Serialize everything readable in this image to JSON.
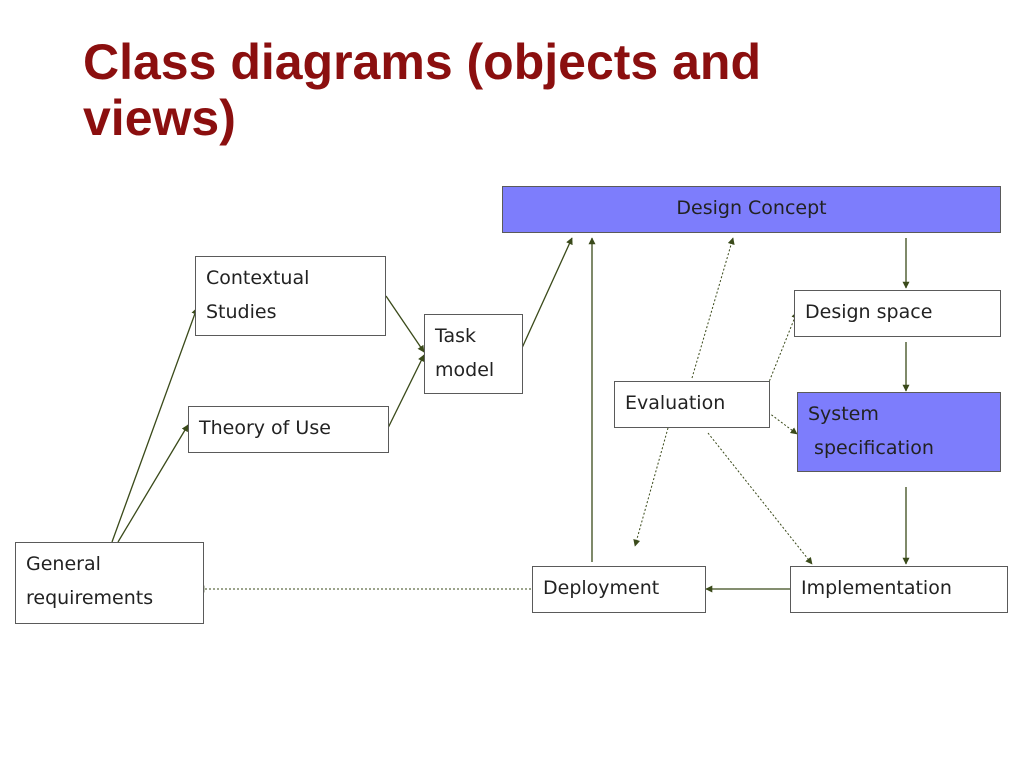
{
  "slide": {
    "title_line1": "Class diagrams (objects and",
    "title_line2": "views)"
  },
  "nodes": {
    "design_concept": "Design Concept",
    "contextual_studies": [
      "Contextual",
      "Studies"
    ],
    "task_model": [
      "Task",
      "model"
    ],
    "theory_of_use": "Theory of Use",
    "evaluation": "Evaluation",
    "design_space": "Design space",
    "system_specification": [
      "System",
      " specification"
    ],
    "general_requirements": [
      "General",
      "requirements"
    ],
    "deployment": "Deployment",
    "implementation": "Implementation"
  },
  "colors": {
    "title": "#8B0F0F",
    "highlight_fill": "#7d7dfc",
    "arrow": "#3a4a1a"
  }
}
